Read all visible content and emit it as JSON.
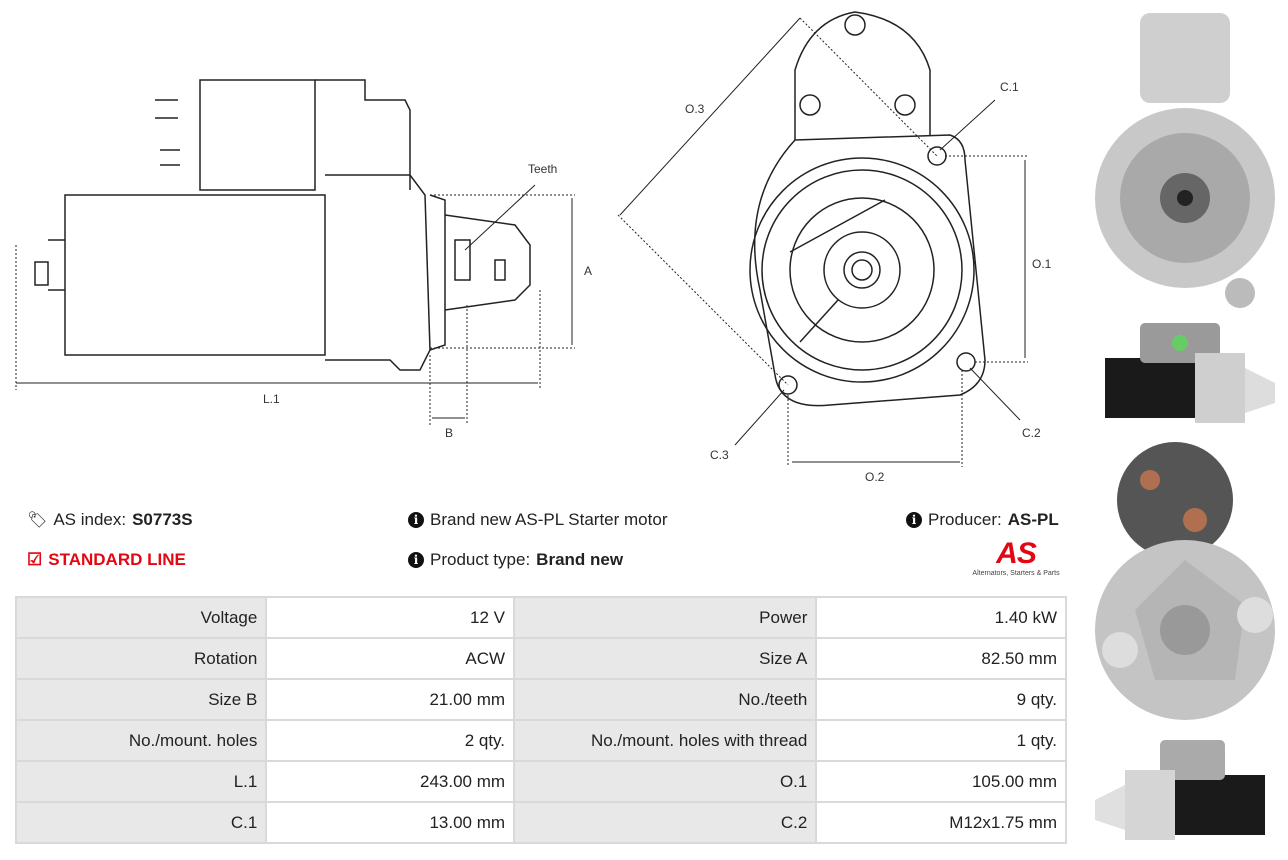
{
  "drawing_side": {
    "teeth": "Teeth",
    "a": "A",
    "l1": "L.1",
    "b": "B"
  },
  "drawing_front": {
    "o3": "O.3",
    "c1": "C.1",
    "o1": "O.1",
    "c2": "C.2",
    "c3": "C.3",
    "o2": "O.2"
  },
  "info": {
    "as_index_label": "AS index:",
    "as_index_value": "S0773S",
    "line": "STANDARD LINE",
    "description": "Brand new AS-PL Starter motor",
    "product_type_label": "Product type:",
    "product_type_value": "Brand new",
    "producer_label": "Producer:",
    "producer_value": "AS-PL",
    "logo_text": "AS",
    "logo_tagline": "Alternators, Starters & Parts"
  },
  "specs": [
    {
      "k1": "Voltage",
      "v1": "12 V",
      "k2": "Power",
      "v2": "1.40 kW"
    },
    {
      "k1": "Rotation",
      "v1": "ACW",
      "k2": "Size A",
      "v2": "82.50 mm"
    },
    {
      "k1": "Size B",
      "v1": "21.00 mm",
      "k2": "No./teeth",
      "v2": "9 qty."
    },
    {
      "k1": "No./mount. holes",
      "v1": "2 qty.",
      "k2": "No./mount. holes with thread",
      "v2": "1 qty."
    },
    {
      "k1": "L.1",
      "v1": "243.00 mm",
      "k2": "O.1",
      "v2": "105.00 mm"
    },
    {
      "k1": "C.1",
      "v1": "13.00 mm",
      "k2": "C.2",
      "v2": "M12x1.75 mm"
    }
  ],
  "colors": {
    "accent": "#e30613",
    "key_bg": "#e8e8e8",
    "border": "#d9d9d9"
  }
}
